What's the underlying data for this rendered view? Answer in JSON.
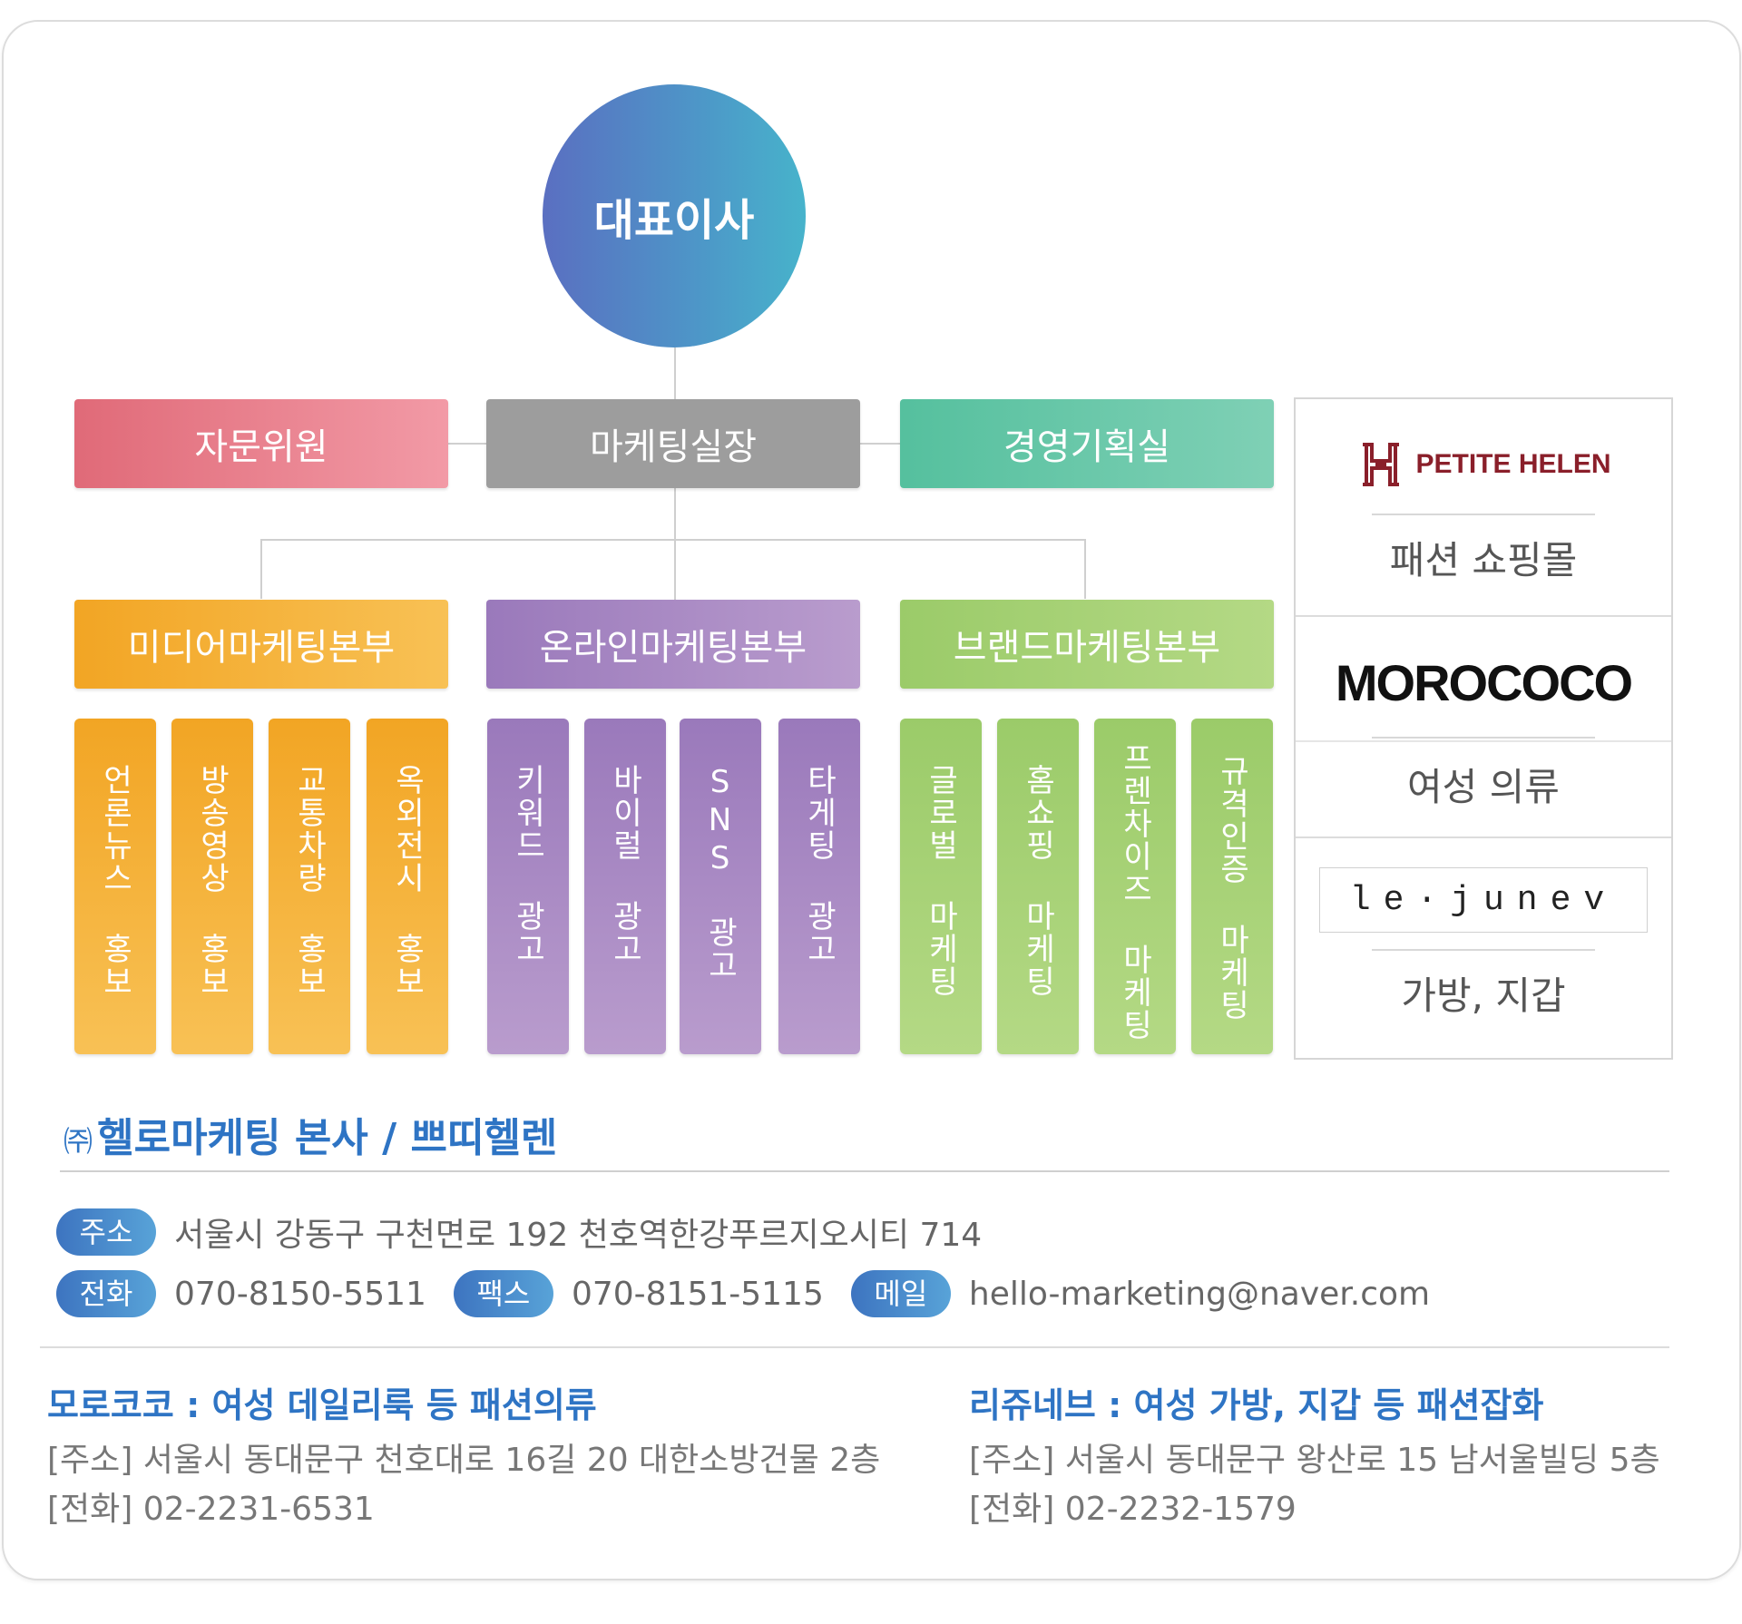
{
  "colors": {
    "ceo": "#4d97c8",
    "advisor": "#e8707c",
    "marketing_head": "#9a9a9a",
    "planning": "#5dc3a0",
    "orange": "#f2a524",
    "purple": "#9a79bb",
    "green": "#9bcb69",
    "accent_blue": "#2e74c4"
  },
  "ceo": "대표이사",
  "level2": [
    "자문위원",
    "마케팅실장",
    "경영기획실"
  ],
  "divisions": [
    {
      "name": "미디어마케팅본부",
      "items": [
        "언론뉴스 홍보",
        "방송영상 홍보",
        "교통차량 홍보",
        "옥외전시 홍보"
      ]
    },
    {
      "name": "온라인마케팅본부",
      "items": [
        "키워드 광고",
        "바이럴 광고",
        "SNS 광고",
        "타게팅 광고"
      ]
    },
    {
      "name": "브랜드마케팅본부",
      "items": [
        "글로벌 마케팅",
        "홈쇼핑 마케팅",
        "프렌차이즈 마케팅",
        "규격인증 마케팅"
      ]
    }
  ],
  "brands": [
    {
      "logo": "PETITE HELEN",
      "logo_icon": "h-monogram-icon",
      "desc": "패션 쇼핑몰"
    },
    {
      "logo": "MOROCOCO",
      "desc": "여성 의류"
    },
    {
      "logo": "le·junev",
      "desc": "가방, 지갑"
    }
  ],
  "company": {
    "prefix": "㈜",
    "title": "헬로마케팅 본사 / 쁘띠헬렌",
    "address_label": "주소",
    "address": "서울시 강동구 구천면로 192 천호역한강푸르지오시티 714",
    "phone_label": "전화",
    "phone": "070-8150-5511",
    "fax_label": "팩스",
    "fax": "070-8151-5115",
    "email_label": "메일",
    "email": "hello-marketing@naver.com"
  },
  "subsidiaries": [
    {
      "title": "모로코코 : 여성 데일리룩 등 패션의류",
      "address": "[주소] 서울시 동대문구 천호대로 16길 20 대한소방건물 2층",
      "phone": "[전화] 02-2231-6531"
    },
    {
      "title": "리쥬네브 : 여성 가방, 지갑 등 패션잡화",
      "address": "[주소] 서울시 동대문구 왕산로 15 남서울빌딩 5층",
      "phone": "[전화] 02-2232-1579"
    }
  ]
}
